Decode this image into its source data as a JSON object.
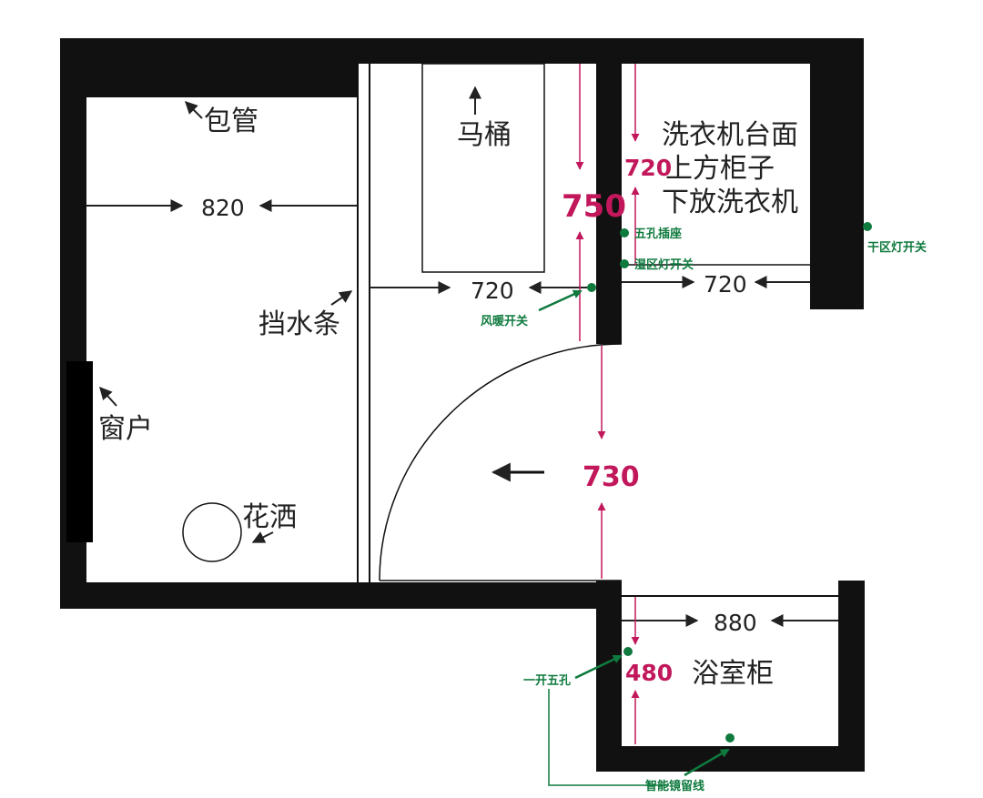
{
  "colors": {
    "wall": "#111111",
    "dimension_black": "#222222",
    "dimension_magenta": "#c2185b",
    "electrical_green": "#0f7a3e"
  },
  "labels": {
    "pipe_box": "包管",
    "toilet": "马桶",
    "washer_cabinet_line1": "洗衣机台面",
    "washer_cabinet_line2": "上方柜子",
    "washer_cabinet_line3": "下放洗衣机",
    "water_barrier": "挡水条",
    "window": "窗户",
    "shower": "花洒",
    "vanity": "浴室柜"
  },
  "dimensions": {
    "shower_width": "820",
    "toilet_zone_width": "720",
    "laundry_width": "720",
    "toilet_wall_height": "750",
    "laundry_depth": "720",
    "door_width": "730",
    "vanity_width": "880",
    "vanity_depth": "480"
  },
  "electrical": {
    "five_hole_socket": "五孔插座",
    "wet_zone_light_switch": "湿区灯开关",
    "dry_zone_light_switch": "干区灯开关",
    "heater_switch": "风暖开关",
    "one_switch_five_hole": "一开五孔",
    "smart_mirror_wire": "智能镜留线"
  }
}
